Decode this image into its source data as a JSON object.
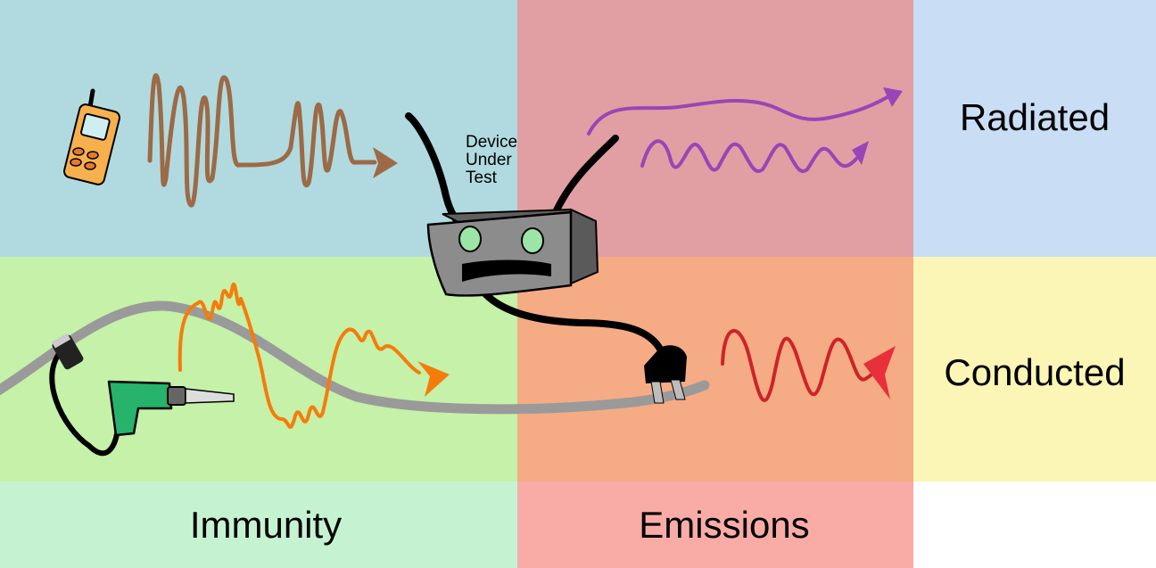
{
  "labels": {
    "radiated": "Radiated",
    "conducted": "Conducted",
    "immunity": "Immunity",
    "emissions": "Emissions"
  },
  "device_under_test": {
    "line1": "Device",
    "line2": "Under",
    "line3": "Test"
  },
  "colors": {
    "immunity_radiated_bg": "#b0dadf",
    "emissions_radiated_bg": "#e19fa3",
    "radiated_label_bg": "#c9def5",
    "immunity_conducted_bg": "#c5f1a8",
    "emissions_conducted_bg": "#f5ab84",
    "conducted_label_bg": "#fbf6b5",
    "immunity_label_bg": "#c5f3d2",
    "emissions_label_bg": "#f8aca5",
    "radio_wave": "#9c6a45",
    "purple_wave": "#9a45b6",
    "orange_wave": "#f57c0a",
    "red_wave": "#cc2428",
    "cable": "#9a9a9a",
    "device_body": "#808080",
    "device_eyes": "#9be6a6",
    "drill_body": "#27b36b"
  },
  "icons": [
    "walkie-talkie-icon",
    "robot-device-icon",
    "power-drill-icon",
    "power-plug-icon"
  ]
}
